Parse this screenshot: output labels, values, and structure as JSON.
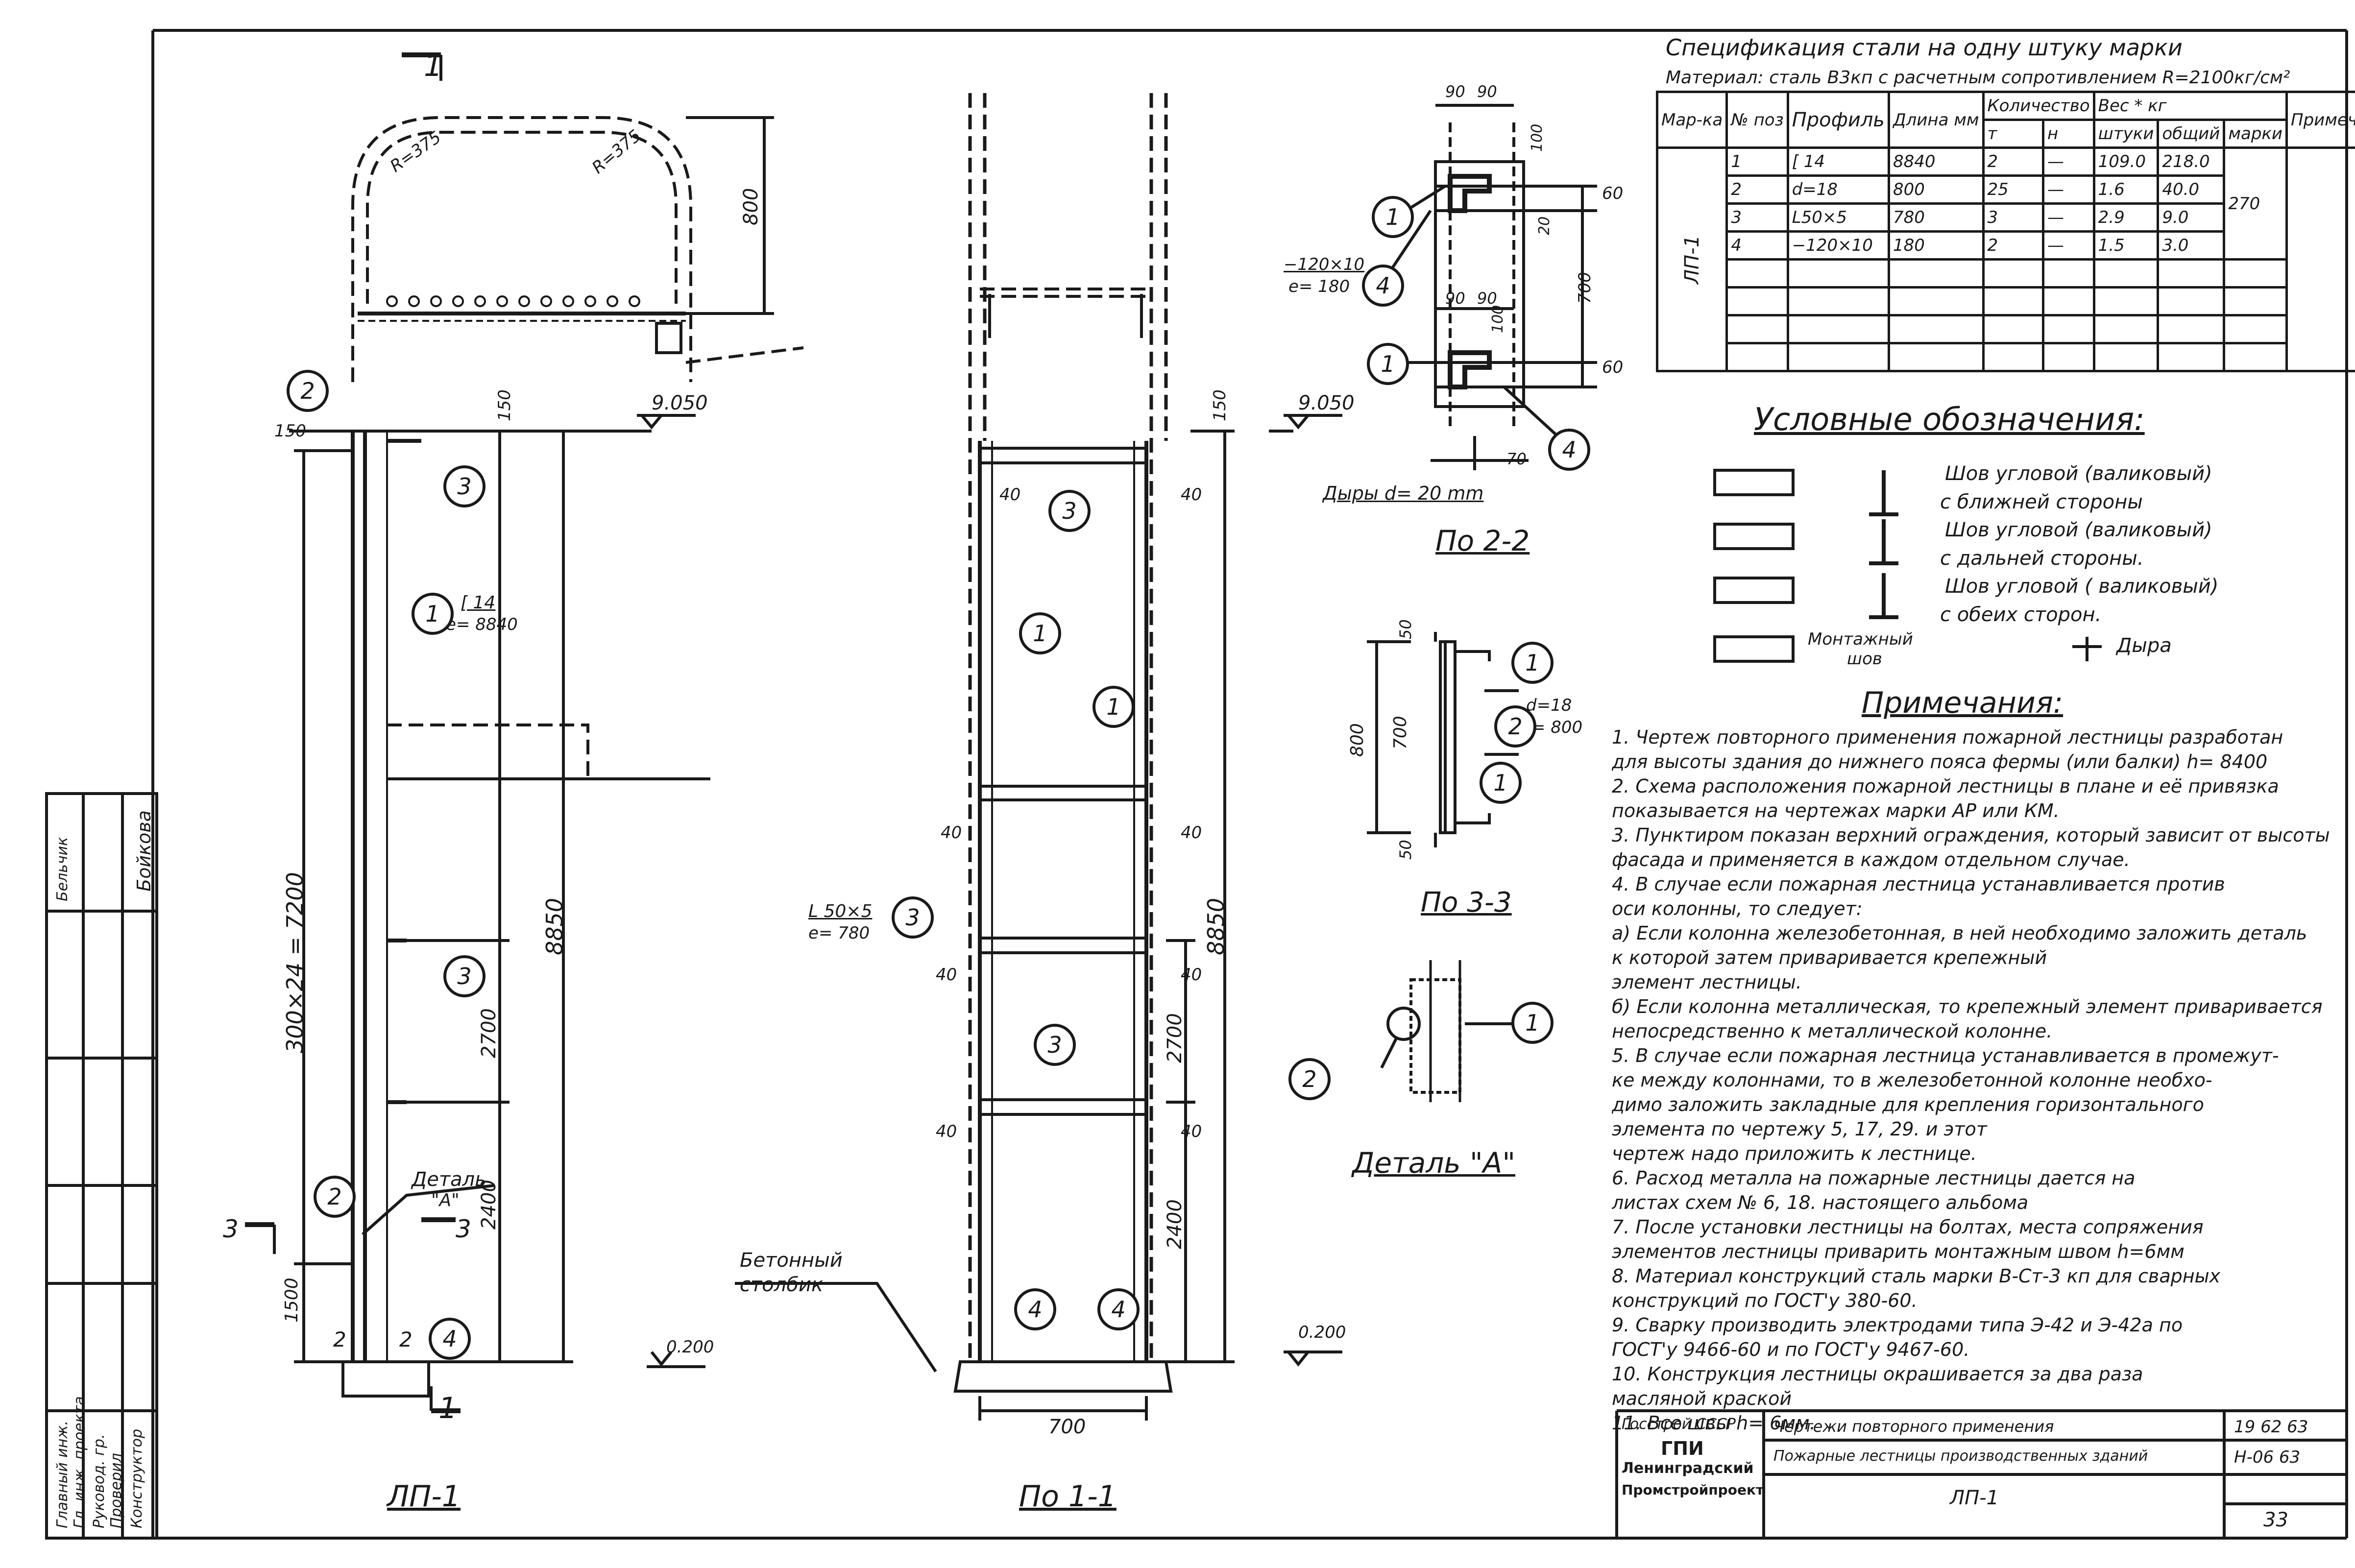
{
  "spec": {
    "title": "Спецификация стали на одну штуку марки",
    "material": "Материал: сталь В3кп с расчетным сопротивлением R=2100кг/см²",
    "headers": {
      "mark": "Мар-ка",
      "pos": "№ поз",
      "profile": "Профиль",
      "length": "Длина мм",
      "qty": "Количество",
      "qty_t": "т",
      "qty_n": "н",
      "weight": "Вес * кг",
      "w_piece": "штуки",
      "w_total": "общий",
      "w_mark": "марки",
      "note": "Примечание"
    },
    "mark_label": "ЛП-1",
    "rows": [
      {
        "pos": "1",
        "profile": "[ 14",
        "length": "8840",
        "t": "2",
        "n": "—",
        "piece": "109.0",
        "total": "218.0",
        "mark": ""
      },
      {
        "pos": "2",
        "profile": "d=18",
        "length": "800",
        "t": "25",
        "n": "—",
        "piece": "1.6",
        "total": "40.0",
        "mark": ""
      },
      {
        "pos": "3",
        "profile": "L50×5",
        "length": "780",
        "t": "3",
        "n": "—",
        "piece": "2.9",
        "total": "9.0",
        "mark": "270"
      },
      {
        "pos": "4",
        "profile": "−120×10",
        "length": "180",
        "t": "2",
        "n": "—",
        "piece": "1.5",
        "total": "3.0",
        "mark": ""
      }
    ]
  },
  "legend": {
    "title": "Условные обозначения:",
    "items": [
      {
        "text1": "Шов угловой (валиковый)",
        "text2": "с ближней стороны"
      },
      {
        "text1": "Шов угловой (валиковый)",
        "text2": "с дальней стороны."
      },
      {
        "text1": "Шов угловой ( валиковый)",
        "text2": "с обеих сторон."
      }
    ],
    "mount1": "Монтажный",
    "mount2": "шов",
    "hole": "Дыра"
  },
  "notes": {
    "title": "Примечания:",
    "lines": [
      "1. Чертеж повторного применения пожарной лестницы разработан",
      "для высоты здания до нижнего пояса фермы (или балки) h= 8400",
      "2. Схема расположения пожарной лестницы в плане и её привязка",
      "показывается на чертежах марки АР или КМ.",
      "3. Пунктиром показан верхний ограждения, который зависит от высоты",
      "фасада и применяется в каждом отдельном случае.",
      "4. В случае если пожарная лестница устанавливается против",
      "оси колонны, то следует:",
      "а) Если колонна железобетонная, в ней необходимо заложить деталь",
      "        к которой затем приваривается крепежный",
      "элемент лестницы.",
      "б) Если колонна металлическая, то крепежный элемент приваривается",
      "непосредственно к металлической колонне.",
      "5. В случае если пожарная лестница устанавливается в промежут-",
      "ке между колоннами, то в железобетонной колонне необхо-",
      "димо заложить закладные для крепления горизонтального",
      "элемента по чертежу 5, 17, 29.                        и этот",
      "чертеж надо приложить к лестнице.",
      "6. Расход металла на пожарные лестницы дается на",
      "листах схем № 6, 18.                      настоящего альбома",
      "7. После установки лестницы на болтах, места сопряжения",
      "элементов лестницы приварить монтажным швом h=6мм",
      "8. Материал конструкций сталь марки В-Ст-3 кп для сварных",
      "конструкций по ГОСТ'у 380-60.",
      "9. Сварку производить электродами типа Э-42 и Э-42а по",
      "ГОСТ'у 9466-60 и по ГОСТ'у 9467-60.",
      "10. Конструкция лестницы окрашивается за два раза",
      "масляной краской",
      "11. Все швы h= 6мм."
    ]
  },
  "views": {
    "main_label": "ЛП-1",
    "section11_label": "По 1-1",
    "section22_label": "По 2-2",
    "section33_label": "По 3-3",
    "detail_label": "Деталь \"А\"",
    "beton": "Бетонный",
    "stolbik": "столбик",
    "detal": "Деталь",
    "detal_a": "\"А\"",
    "holes": "Дыры d= 20 mm"
  },
  "dims": {
    "r1": "R=375",
    "r2": "R=375",
    "d800": "800",
    "el_top": "9.050",
    "el_top2": "9.050",
    "el_bot": "0.200",
    "el_bot2": "0.200",
    "d150a": "150",
    "d150b": "150",
    "d150c": "150",
    "d7200": "300×24 = 7200",
    "d8850": "8850",
    "d8850b": "8850",
    "d2700": "2700",
    "d2700b": "2700",
    "d2400": "2400",
    "d2400b": "2400",
    "d1500": "1500",
    "d700": "700",
    "c14": "[ 14",
    "e8840": "e= 8840",
    "l50": "L 50×5",
    "e780": "e= 780",
    "p120": "−120×10",
    "e180": "e= 180",
    "d18": "d=18",
    "e800": "e= 800",
    "d40": "40",
    "d90": "90",
    "d100": "100",
    "d60": "60",
    "d700s": "700",
    "d20": "20",
    "d70": "70",
    "d50": "50",
    "d800s": "800",
    "d700b": "700",
    "sec1": "1",
    "sec3": "3",
    "sec_2": "2"
  },
  "titleblock": {
    "org1": "Госстрой СССР",
    "org2": "ГПИ",
    "org3": "Ленинградский",
    "org4": "Промстройпроект",
    "desc1": "Чертежи повторного применения",
    "desc2": "Пожарные лестницы производственных зданий",
    "sheet_name": "ЛП-1",
    "year": "19 62 63",
    "code": "Н-06 63",
    "sheet": "33"
  },
  "stamp": {
    "roles": [
      "Главный инж.",
      "Гл. инж. проекта",
      "Руковод. гр.",
      "Проверил",
      "Конструктор"
    ],
    "names": [
      "Бельчик",
      "Бойкова"
    ]
  }
}
